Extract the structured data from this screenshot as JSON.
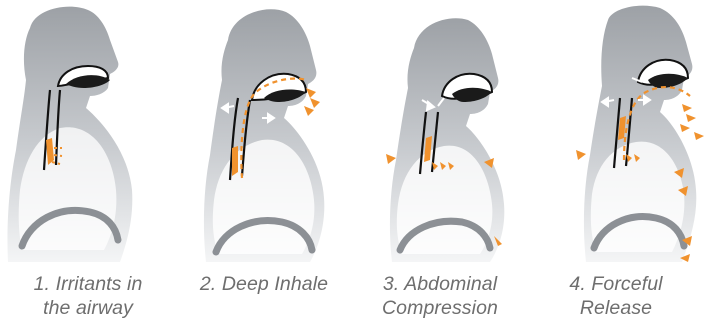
{
  "steps": [
    {
      "number": "1.",
      "title_line1": "Irritants in",
      "title_line2": "the airway"
    },
    {
      "number": "2.",
      "title_line1": "Deep Inhale",
      "title_line2": ""
    },
    {
      "number": "3.",
      "title_line1": "Abdominal",
      "title_line2": "Compression"
    },
    {
      "number": "4.",
      "title_line1": "Forceful",
      "title_line2": "Release"
    }
  ],
  "colors": {
    "head": "#9fa3a8",
    "body_light": "#f2f3f4",
    "outline": "#111111",
    "accent": "#f0922e",
    "arrow_white": "#ffffff"
  }
}
